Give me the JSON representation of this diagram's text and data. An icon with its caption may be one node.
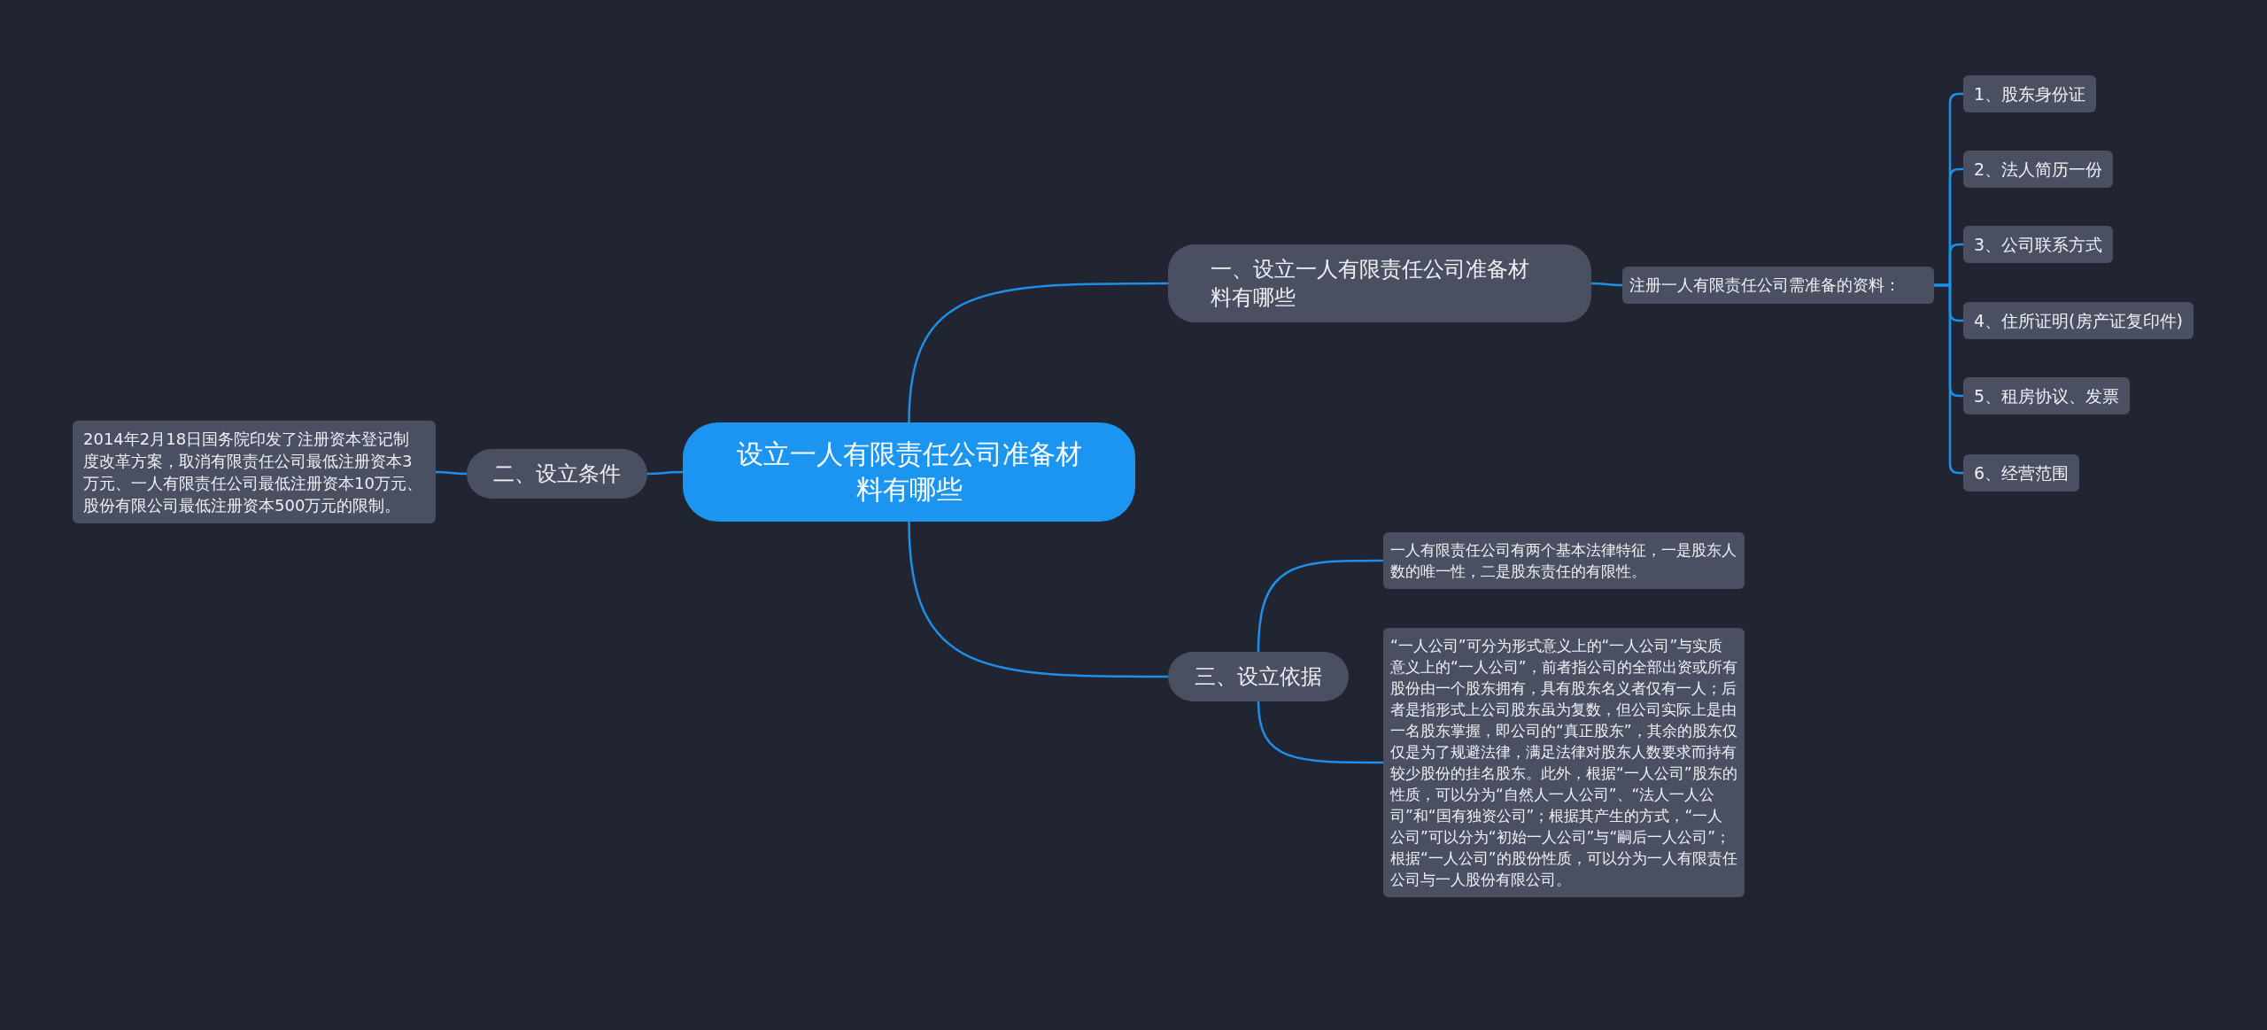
{
  "diagram": {
    "nodes": [
      {
        "text": [
          "设立一人有限责任公司准备材料有哪些"
        ]
      },
      {
        "text": [
          "一、设立一人有限责任公司准备材料有哪些"
        ]
      },
      {
        "text": [
          "注册一人有限责任公司需准备的资料："
        ]
      },
      {
        "text": [
          "1、股东身份证"
        ]
      },
      {
        "text": [
          "2、法人简历一份"
        ]
      },
      {
        "text": [
          "3、公司联系方式"
        ]
      },
      {
        "text": [
          "4、住所证明(房产证复印件)"
        ]
      },
      {
        "text": [
          "5、租房协议、发票"
        ]
      },
      {
        "text": [
          "6、经营范围"
        ]
      },
      {
        "text": [
          "二、设立条件"
        ]
      },
      {
        "text": [
          "2014年2月18日国务院印发了注册资本登记制度改革方案，取消有限责任公司最低注册资本3万元、一人有限责任公司最低注册资本10万元、股份有限公司最低注册资本500万元的限制。"
        ]
      },
      {
        "text": [
          "三、设立依据"
        ]
      },
      {
        "text": [
          "一人有限责任公司有两个基本法律特征，一是股东人数的唯一性，二是股东责任的有限性。"
        ]
      },
      {
        "text": [
          "“一人公司”可分为形式意义上的“一人公司”与实质意义上的“一人公司”，前者指公司的全部出资或所有股份由一个股东拥有，具有股东名义者仅有一人；后者是指形式上公司股东虽为复数，但公司实际上是由一名股东掌握，即公司的“真正股东”，其余的股东仅仅是为了规避法律，满足法律对股东人数要求而持有较少股份的挂名股东。此外，根据“一人公司”股东的性质，可以分为“自然人一人公司”、“法人一人公司”和“国有独资公司”；根据其产生的方式，“一人公司”可以分为“初始一人公司”与“嗣后一人公司”；根据“一人公司”的股份性质，可以分为一人有限责任公司与一人股份有限公司。"
        ]
      }
    ],
    "edges": [
      {
        "from": 0,
        "to": 1,
        "arrow": "none"
      },
      {
        "from": 1,
        "to": 2,
        "arrow": "none"
      },
      {
        "from": 2,
        "to": 3,
        "arrow": "none"
      },
      {
        "from": 2,
        "to": 4,
        "arrow": "none"
      },
      {
        "from": 2,
        "to": 5,
        "arrow": "none"
      },
      {
        "from": 2,
        "to": 6,
        "arrow": "none"
      },
      {
        "from": 2,
        "to": 7,
        "arrow": "none"
      },
      {
        "from": 2,
        "to": 8,
        "arrow": "none"
      },
      {
        "from": 0,
        "to": 9,
        "arrow": "none"
      },
      {
        "from": 9,
        "to": 10,
        "arrow": "none"
      },
      {
        "from": 0,
        "to": 11,
        "arrow": "none"
      },
      {
        "from": 11,
        "to": 12,
        "arrow": "none"
      },
      {
        "from": 11,
        "to": 13,
        "arrow": "none"
      }
    ]
  }
}
